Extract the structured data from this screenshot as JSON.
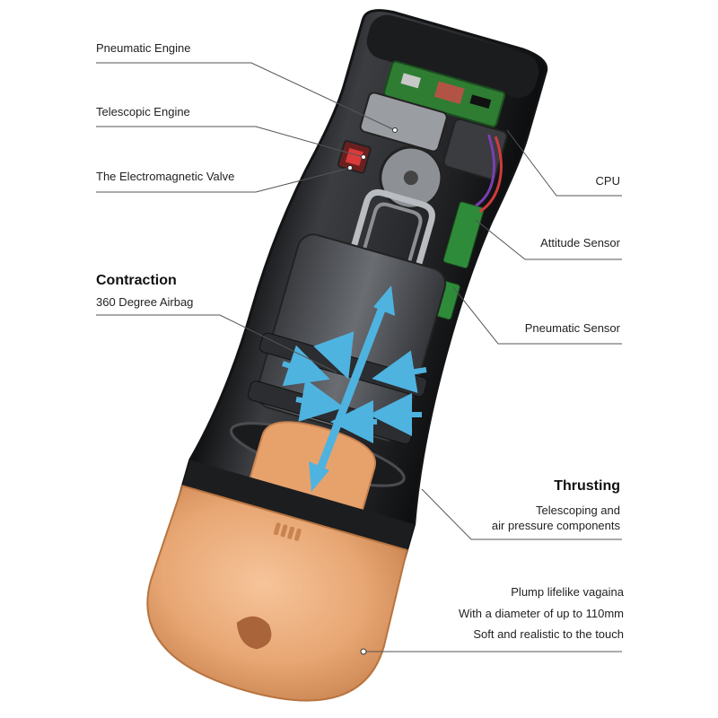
{
  "labels": {
    "pneumatic_engine": "Pneumatic Engine",
    "telescopic_engine": "Telescopic Engine",
    "electromagnetic_valve": "The Electromagnetic Valve",
    "cpu": "CPU",
    "attitude_sensor": "Attitude Sensor",
    "pneumatic_sensor": "Pneumatic Sensor",
    "airbag": "360 Degree Airbag",
    "telescoping_line1": "Telescoping and",
    "telescoping_line2": "air pressure components",
    "vagina_line1": "Plump lifelike vagaina",
    "vagina_line2": "With a diameter of up to 110mm",
    "vagina_line3": "Soft and realistic to the touch"
  },
  "headings": {
    "contraction": "Contraction",
    "thrusting": "Thrusting"
  },
  "colors": {
    "shell": "#2a2b2e",
    "shell_edge": "#121314",
    "inner": "#4a4c50",
    "flesh": "#e8a774",
    "flesh_dark": "#c98350",
    "arrow": "#4fb3e0",
    "pcb": "#2e7d32",
    "leader": "#555555"
  }
}
